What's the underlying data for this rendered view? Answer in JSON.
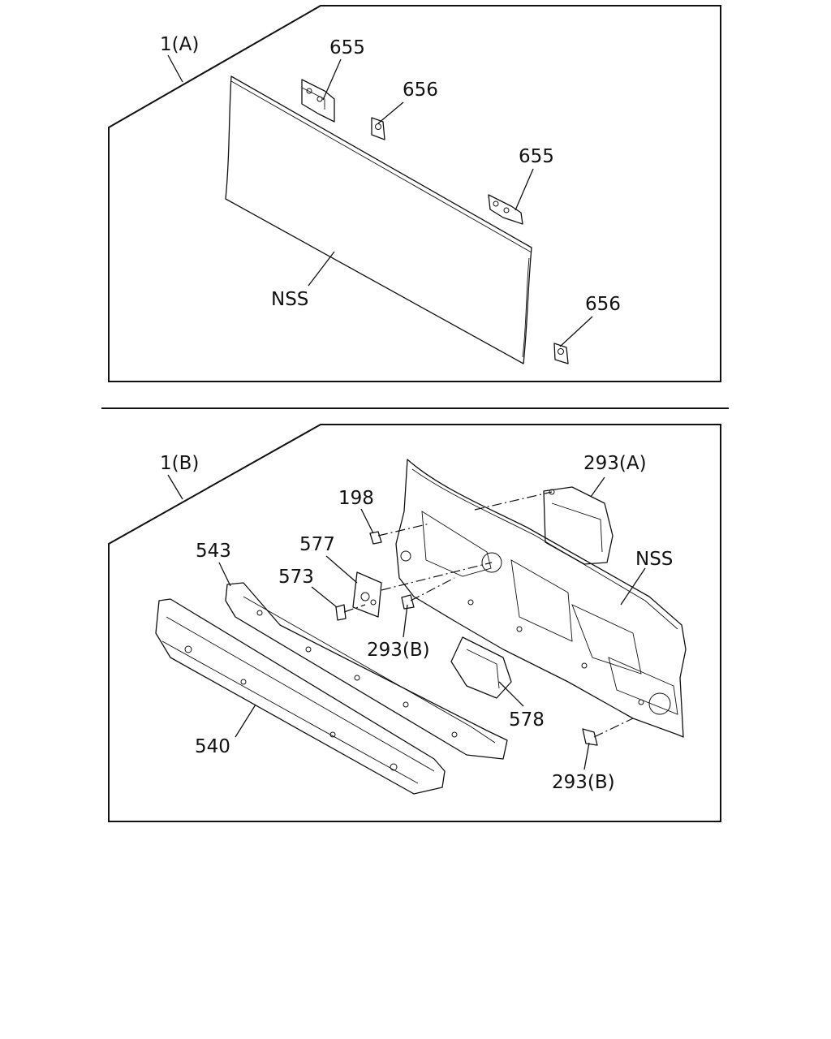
{
  "labels": {
    "view_a": "1(A)",
    "view_b": "1(B)",
    "nss": "NSS",
    "p655": "655",
    "p656": "656",
    "p293a": "293(A)",
    "p293b": "293(B)",
    "p198": "198",
    "p577": "577",
    "p573": "573",
    "p543": "543",
    "p540": "540",
    "p578": "578"
  }
}
